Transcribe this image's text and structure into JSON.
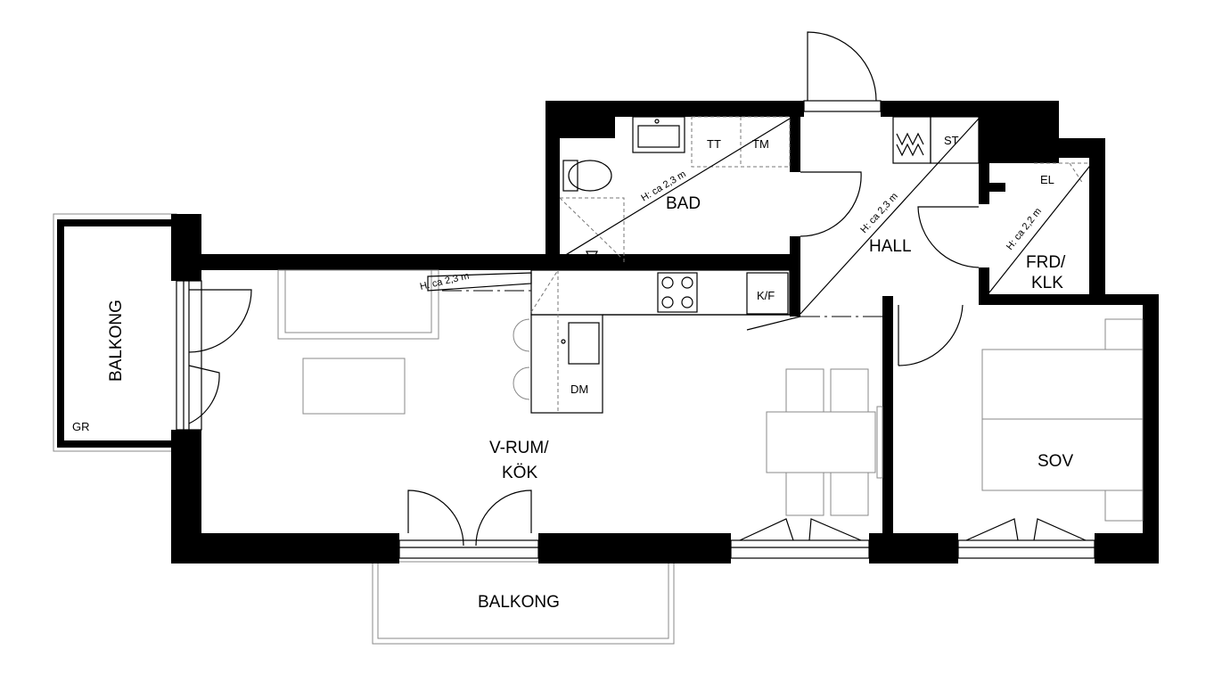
{
  "rooms": {
    "bad": "BAD",
    "hall": "HALL",
    "frd_klk_1": "FRD/",
    "frd_klk_2": "KLK",
    "vrum_1": "V-RUM/",
    "vrum_2": "KÖK",
    "sov": "SOV",
    "balkong_left": "BALKONG",
    "balkong_bottom": "BALKONG"
  },
  "fixtures": {
    "tt": "TT",
    "tm": "TM",
    "st": "ST",
    "el": "EL",
    "kf": "K/F",
    "dm": "DM",
    "gr": "GR"
  },
  "ceiling_heights": {
    "bad": "H: ca 2,3 m",
    "hall": "H: ca 2,3 m",
    "vrum": "H: ca 2,3 m",
    "frd": "H: ca 2,2 m"
  }
}
